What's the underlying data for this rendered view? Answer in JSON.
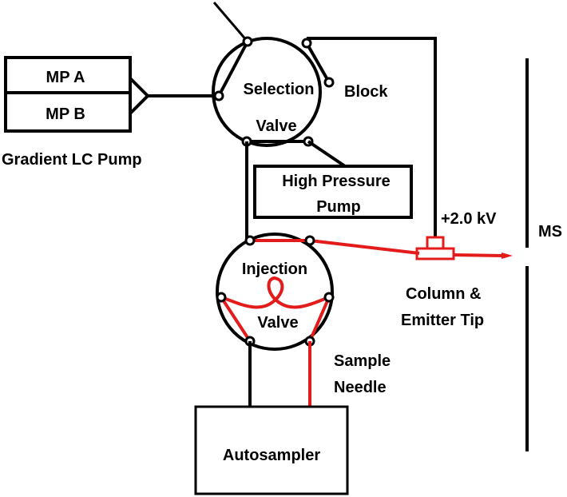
{
  "labels": {
    "mp_a": "MP A",
    "mp_b": "MP  B",
    "gradient_pump": "Gradient LC Pump",
    "selection_valve_line1": "Selection",
    "selection_valve_line2": "Valve",
    "block": "Block",
    "high_pressure_pump_line1": "High Pressure",
    "high_pressure_pump_line2": "Pump",
    "voltage": "+2.0 kV",
    "ms": "MS",
    "injection_valve_line1": "Injection",
    "injection_valve_line2": "Valve",
    "column_line1": "Column &",
    "column_line2": "Emitter Tip",
    "sample_needle_line1": "Sample",
    "sample_needle_line2": "Needle",
    "autosampler": "Autosampler"
  },
  "colors": {
    "line": "#000000",
    "flow_path": "#e41b1b"
  }
}
